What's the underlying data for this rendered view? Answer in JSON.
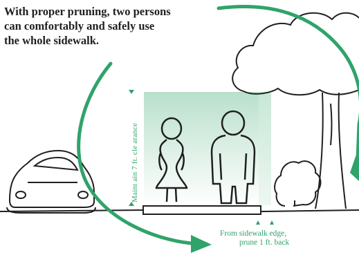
{
  "heading": {
    "line1": "With proper pruning, two persons",
    "line2": "can comfortably and safely use",
    "line3": "the whole sidewalk."
  },
  "clearance_label": "Maint ain 7 ft. cle arance",
  "edge_note": {
    "line1": "From sidewalk edge,",
    "line2": "prune 1 ft. back"
  },
  "colors": {
    "green": "#2fa36a",
    "pale_green": "#d4ece0",
    "ink": "#1f1f1f"
  }
}
